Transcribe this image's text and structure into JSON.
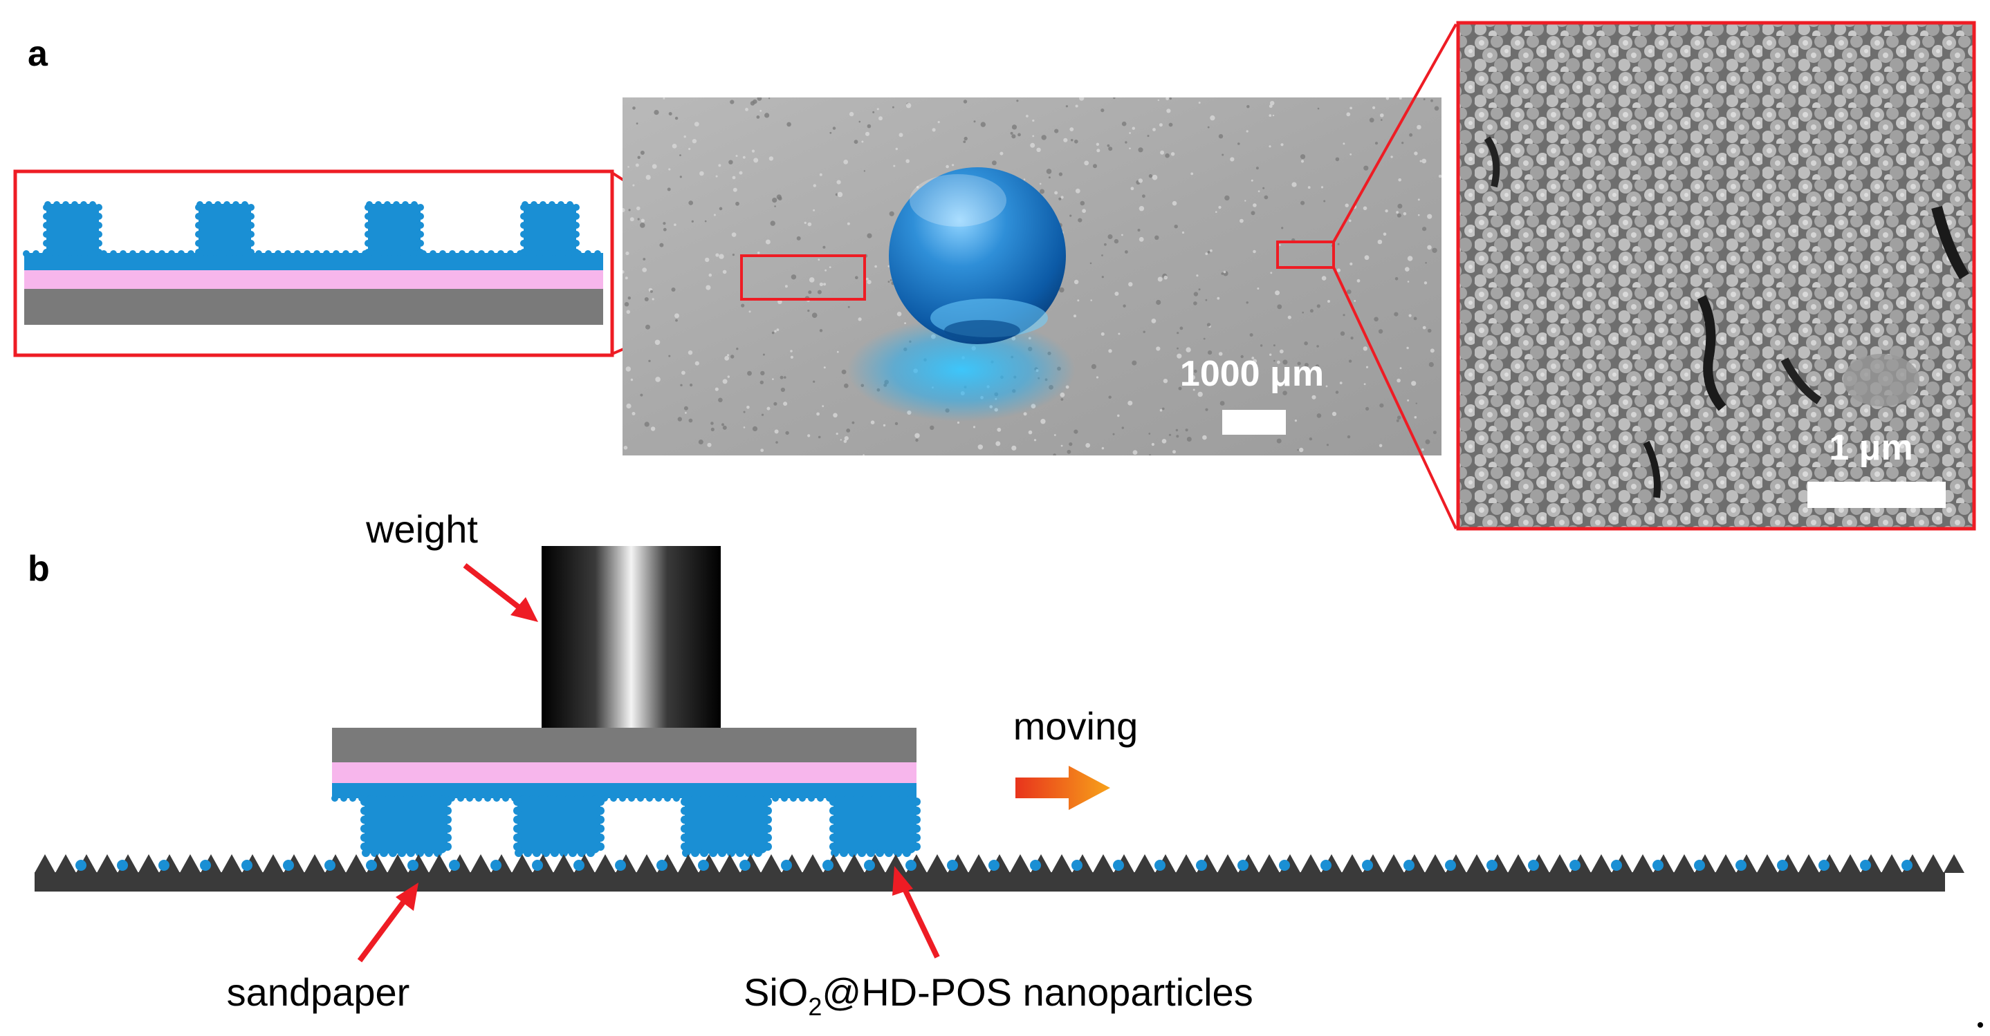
{
  "panel_a": {
    "label": "a",
    "scale_bar_photo": "1000 μm",
    "scale_bar_sem": "1 μm"
  },
  "panel_b": {
    "label": "b",
    "weight_label": "weight",
    "moving_label": "moving",
    "sandpaper_label": "sandpaper",
    "nanoparticle_label_pre": "SiO",
    "nanoparticle_label_sub": "2",
    "nanoparticle_label_post": "@HD-POS nanoparticles"
  },
  "colors": {
    "coating_blue": "#1a8fd4",
    "adhesive_pink": "#f7b6ec",
    "substrate_gray": "#7a7a7a",
    "highlight_red": "#ee1c24",
    "sandpaper_dark": "#3a3a3a"
  }
}
